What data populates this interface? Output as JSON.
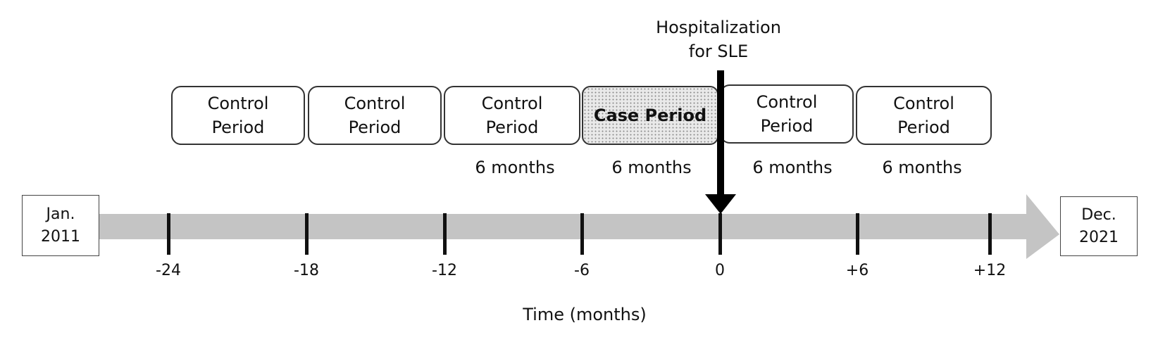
{
  "event": {
    "label_line1": "Hospitalization",
    "label_line2": "for SLE"
  },
  "periods": [
    {
      "line1": "Control",
      "line2": "Period"
    },
    {
      "line1": "Control",
      "line2": "Period"
    },
    {
      "line1": "Control",
      "line2": "Period"
    },
    {
      "label": "Case Period"
    },
    {
      "line1": "Control",
      "line2": "Period"
    },
    {
      "line1": "Control",
      "line2": "Period"
    }
  ],
  "durations": [
    "6 months",
    "6 months",
    "6 months",
    "6 months"
  ],
  "start": {
    "line1": "Jan.",
    "line2": "2011"
  },
  "end": {
    "line1": "Dec.",
    "line2": "2021"
  },
  "ticks": [
    "-24",
    "-18",
    "-12",
    "-6",
    "0",
    "+6",
    "+12"
  ],
  "axis_title": "Time (months)",
  "colors": {
    "axis_band": "#c4c4c4",
    "case_fill": "#e9e9e9",
    "arrow": "#000000"
  }
}
